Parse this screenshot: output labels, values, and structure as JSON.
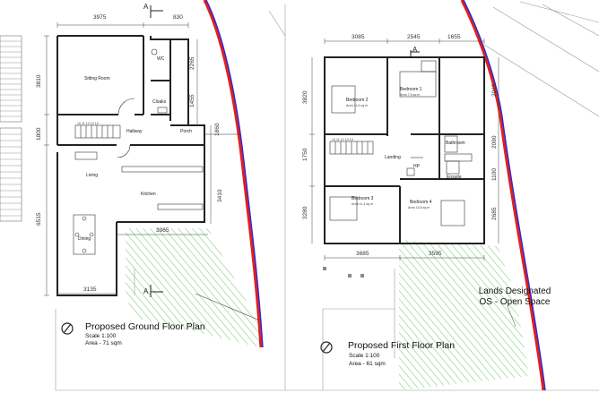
{
  "ground_floor": {
    "title": "Proposed Ground Floor Plan",
    "scale": "Scale 1:100",
    "area": "Area -  71 sqm",
    "rooms": {
      "sitting_room": "Sitting Room",
      "wc": "WC",
      "cloaks": "Cloaks",
      "hallway": "Hallway",
      "porch": "Porch",
      "living": "Living",
      "kitchen": "Kitchen",
      "dining": "Dining"
    },
    "dimensions": {
      "top_width": "3975",
      "top_small": "830",
      "left_top": "3810",
      "left_mid": "1800",
      "left_bottom": "6515",
      "right_wc": "2265",
      "right_cloaks": "1455",
      "right_porch": "1860",
      "right_kitchen": "3410",
      "dining_ext": "3965",
      "bottom_width": "3135"
    },
    "stair_numbers": "10 11 12 13 14",
    "section_mark": "A"
  },
  "first_floor": {
    "title": "Proposed First Floor Plan",
    "scale": "Scale 1:100",
    "area": "Area -  61 sqm",
    "rooms": {
      "bedroom2": "Bedroom 2",
      "bedroom2_area": "Area 11.6 sq m",
      "bedroom1": "Bedroom 1",
      "bedroom1_area": "Area 7.5 sq m",
      "bathroom": "Bathroom",
      "landing": "Landing",
      "hp": "HP",
      "ensuite": "Ensuite",
      "bedroom3": "Bedroom 3",
      "bedroom3_area": "Area 11.4 sq m",
      "bedroom4": "Bedroom 4",
      "bedroom4_area": "Area 15.8 sq m"
    },
    "dimensions": {
      "top_left": "3085",
      "top_mid": "2545",
      "top_right": "1655",
      "left_top": "3820",
      "left_mid": "1750",
      "left_bottom": "3280",
      "right_top": "2015",
      "right_mid": "2090",
      "right_small": "1100",
      "right_bottom": "2685",
      "bottom_left": "3685",
      "bottom_right": "3595"
    },
    "stair_numbers": "10 11 12 13 14",
    "section_mark": "A"
  },
  "annotation": {
    "line1": "Lands Designated",
    "line2": "OS - Open Space"
  },
  "colors": {
    "boundary_blue": "#2a2ad8",
    "boundary_red": "#e02020",
    "hatch_green": "#7fd07f",
    "wall": "#222222"
  }
}
